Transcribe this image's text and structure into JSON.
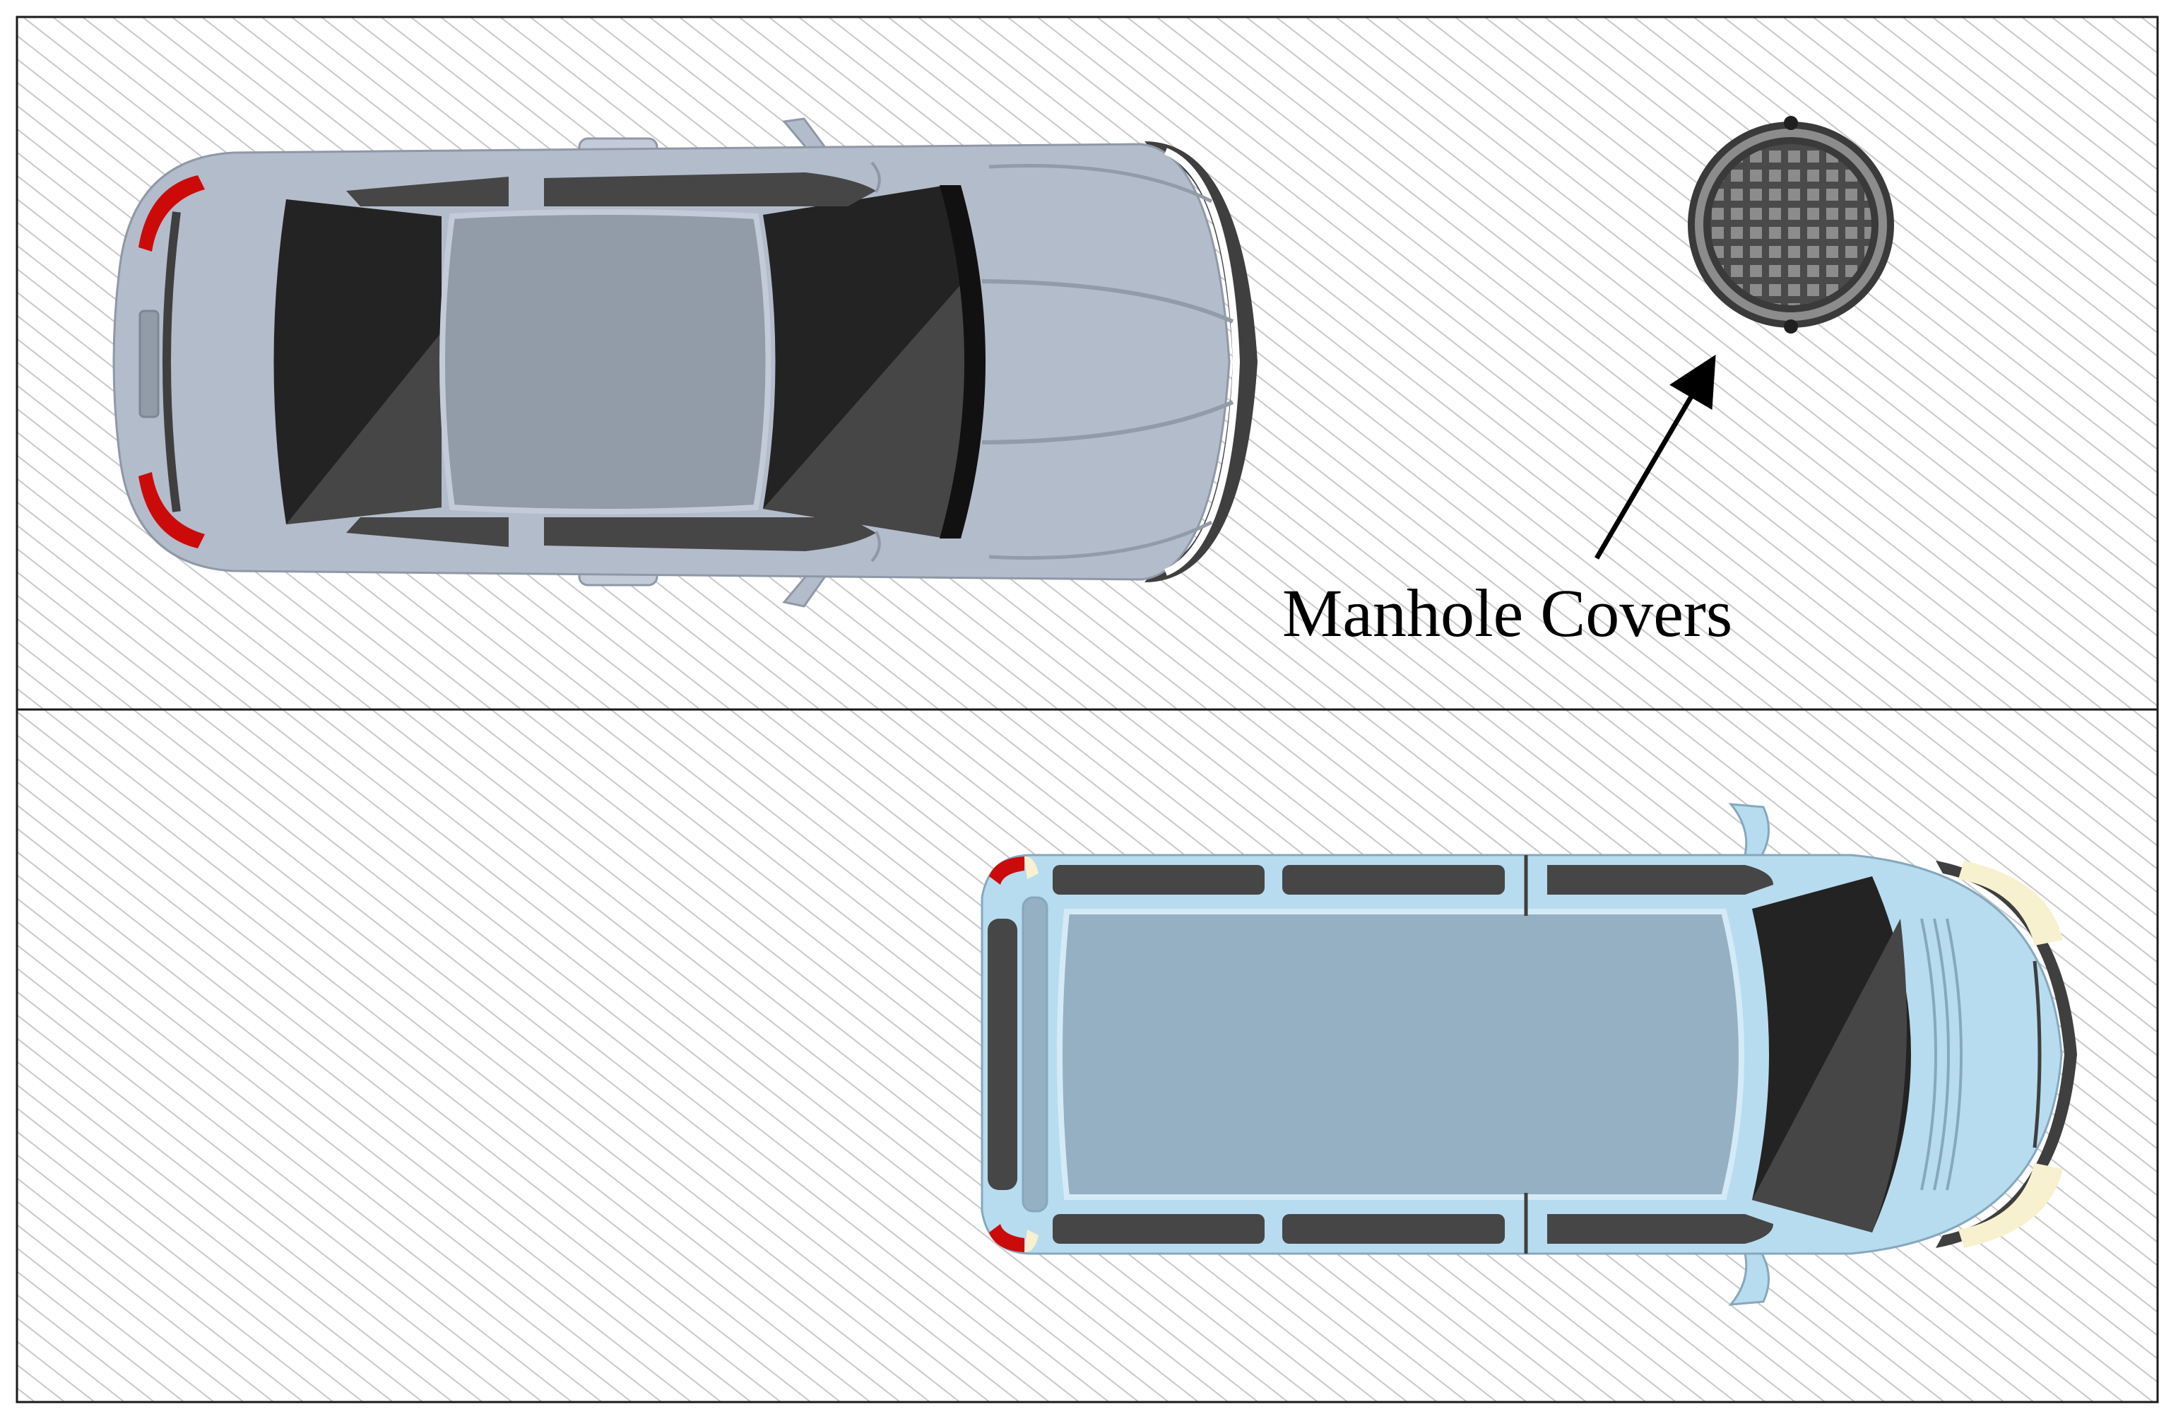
{
  "annotation": {
    "label": "Manhole Covers"
  },
  "colors": {
    "background": "#ffffff",
    "hatch": "#c8c8c8",
    "lane_border": "#1a1a1a",
    "sedan_body": "#b3bccb",
    "sedan_roof": "#929ba8",
    "van_body": "#b8dcef",
    "van_roof": "#95b0c3",
    "glass_dark": "#232323",
    "glass_mid": "#464646",
    "tail_light": "#cc0a0a",
    "head_light": "#f7f1cf",
    "tire": "#3f3f3f",
    "manhole_rim": "#3a3a3a",
    "manhole_grid": "#8c8c8c"
  },
  "icons": [
    "sedan-top-view",
    "van-top-view",
    "manhole-cover-icon",
    "arrow-pointer"
  ]
}
